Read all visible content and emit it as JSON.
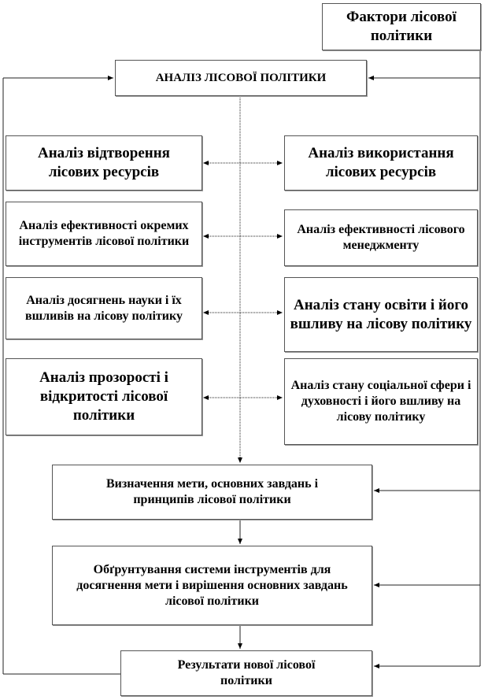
{
  "factors": "Фактори лісової політики",
  "main": "АНАЛІЗ ЛІСОВОЇ ПОЛІТИКИ",
  "left": [
    "Аналіз відтворення лісових ресурсів",
    "Аналіз ефективності окремих інструментів лісової політики",
    "Аналіз досягнень науки і їх вшливів на лісову політику",
    "Аналіз прозорості і відкритості лісової політики"
  ],
  "right": [
    "Аналіз використання лісових ресурсів",
    "Аналіз ефективності лісового менеджменту",
    "Аналіз стану освіти і його вшливу на лісову політику",
    "Аналіз стану соціальної сфери і духовності і його вшливу на лісову політику"
  ],
  "goal": "Визначення мети, основних завдань і принципів лісової політики",
  "justify": "Обґрунтування системи інструментів для досягнення мети і вирішення основних завдань лісової політики",
  "results": "Результати нової лісової політики"
}
